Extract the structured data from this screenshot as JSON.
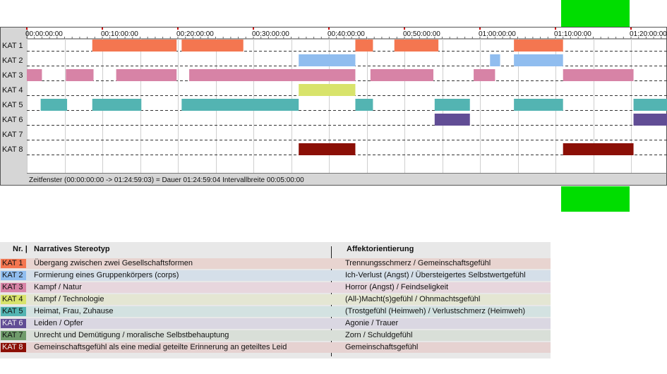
{
  "chart_data": {
    "type": "timeline",
    "x_unit": "seconds",
    "x_range": [
      0,
      5099
    ],
    "tick_interval": 600,
    "tick_labels": [
      "00:00:00:00",
      "00:10:00:00",
      "00:20:00:00",
      "00:30:00:00",
      "00:40:00:00",
      "00:50:00:00",
      "01:00:00:00",
      "01:10:00:00",
      "01:20:00:00"
    ],
    "tick_values": [
      0,
      600,
      1200,
      1800,
      2400,
      3000,
      3600,
      4200,
      4800
    ],
    "status": "Zeitfenster (00:00:00:00 -> 01:24:59:03) = Dauer 01:24:59:04    Intervallbreite 00:05:00:00",
    "categories": [
      {
        "name": "KAT 1",
        "color": "#f47650",
        "segments": [
          [
            520,
            1190
          ],
          [
            1230,
            1720
          ],
          [
            2610,
            2750
          ],
          [
            2920,
            3270
          ],
          [
            3870,
            4260
          ]
        ]
      },
      {
        "name": "KAT 2",
        "color": "#90bdef",
        "segments": [
          [
            2160,
            2610
          ],
          [
            3680,
            3760
          ],
          [
            3870,
            4260
          ]
        ]
      },
      {
        "name": "KAT 3",
        "color": "#d783a6",
        "segments": [
          [
            0,
            120
          ],
          [
            310,
            530
          ],
          [
            710,
            1190
          ],
          [
            1290,
            2610
          ],
          [
            2730,
            3230
          ],
          [
            3550,
            3720
          ],
          [
            4260,
            4820
          ]
        ]
      },
      {
        "name": "KAT 4",
        "color": "#d8e36b",
        "segments": [
          [
            2160,
            2610
          ]
        ]
      },
      {
        "name": "KAT 5",
        "color": "#53b4b2",
        "segments": [
          [
            110,
            320
          ],
          [
            520,
            910
          ],
          [
            1230,
            2160
          ],
          [
            2610,
            2750
          ],
          [
            3240,
            3520
          ],
          [
            3870,
            4260
          ],
          [
            4820,
            5099
          ]
        ]
      },
      {
        "name": "KAT 6",
        "color": "#614d95",
        "segments": [
          [
            3240,
            3520
          ],
          [
            4820,
            5099
          ]
        ]
      },
      {
        "name": "KAT 7",
        "color": "#6f9b6b",
        "segments": []
      },
      {
        "name": "KAT 8",
        "color": "#8b0f06",
        "segments": [
          [
            2160,
            2610
          ],
          [
            4260,
            4820
          ]
        ]
      }
    ]
  },
  "legend": {
    "header_nr": "Nr. |",
    "header_stereotyp": "Narratives Stereotyp",
    "header_affekt": "Affektorientierung",
    "rows": [
      {
        "code": "KAT 1",
        "stereotyp": "Übergang zwischen zwei Gesellschaftsformen",
        "affekt": "Trennungsschmerz / Gemeinschaftsgefühl",
        "color": "#f47650",
        "stripe": "#e8d4d0"
      },
      {
        "code": "KAT 2",
        "stereotyp": "Formierung eines Gruppenkörpers (corps)",
        "affekt": "Ich-Verlust (Angst) / Übersteigertes Selbstwertgefühl",
        "color": "#90bdef",
        "stripe": "#d5dfe9"
      },
      {
        "code": "KAT 3",
        "stereotyp": "Kampf / Natur",
        "affekt": "Horror (Angst) / Feindseligkeit",
        "color": "#d783a6",
        "stripe": "#e7d6dd"
      },
      {
        "code": "KAT 4",
        "stereotyp": "Kampf / Technologie",
        "affekt": "(All-)Macht(s)gefühl / Ohnmachtsgefühl",
        "color": "#d8e36b",
        "stripe": "#e4e6d3"
      },
      {
        "code": "KAT 5",
        "stereotyp": "Heimat, Frau, Zuhause",
        "affekt": "(Trostgefühl (Heimweh) / Verlustschmerz (Heimweh)",
        "color": "#53b4b2",
        "stripe": "#d3e2e1"
      },
      {
        "code": "KAT 6",
        "stereotyp": "Leiden / Opfer",
        "affekt": "Agonie / Trauer",
        "color": "#614d95",
        "stripe": "#dad7e2"
      },
      {
        "code": "KAT 7",
        "stereotyp": "Unrecht und Demütigung / moralische Selbstbehauptung",
        "affekt": "Zorn / Schuldgefühl",
        "color": "#6f9b6b",
        "stripe": "#d9dfd8"
      },
      {
        "code": "KAT 8",
        "stereotyp": "Gemeinschaftsgefühl als eine medial geteilte Erinnerung an geteiltes Leid",
        "affekt": "Gemeinschaftsgefühl",
        "color": "#8b0f06",
        "stripe": "#e6d2d1"
      }
    ]
  }
}
